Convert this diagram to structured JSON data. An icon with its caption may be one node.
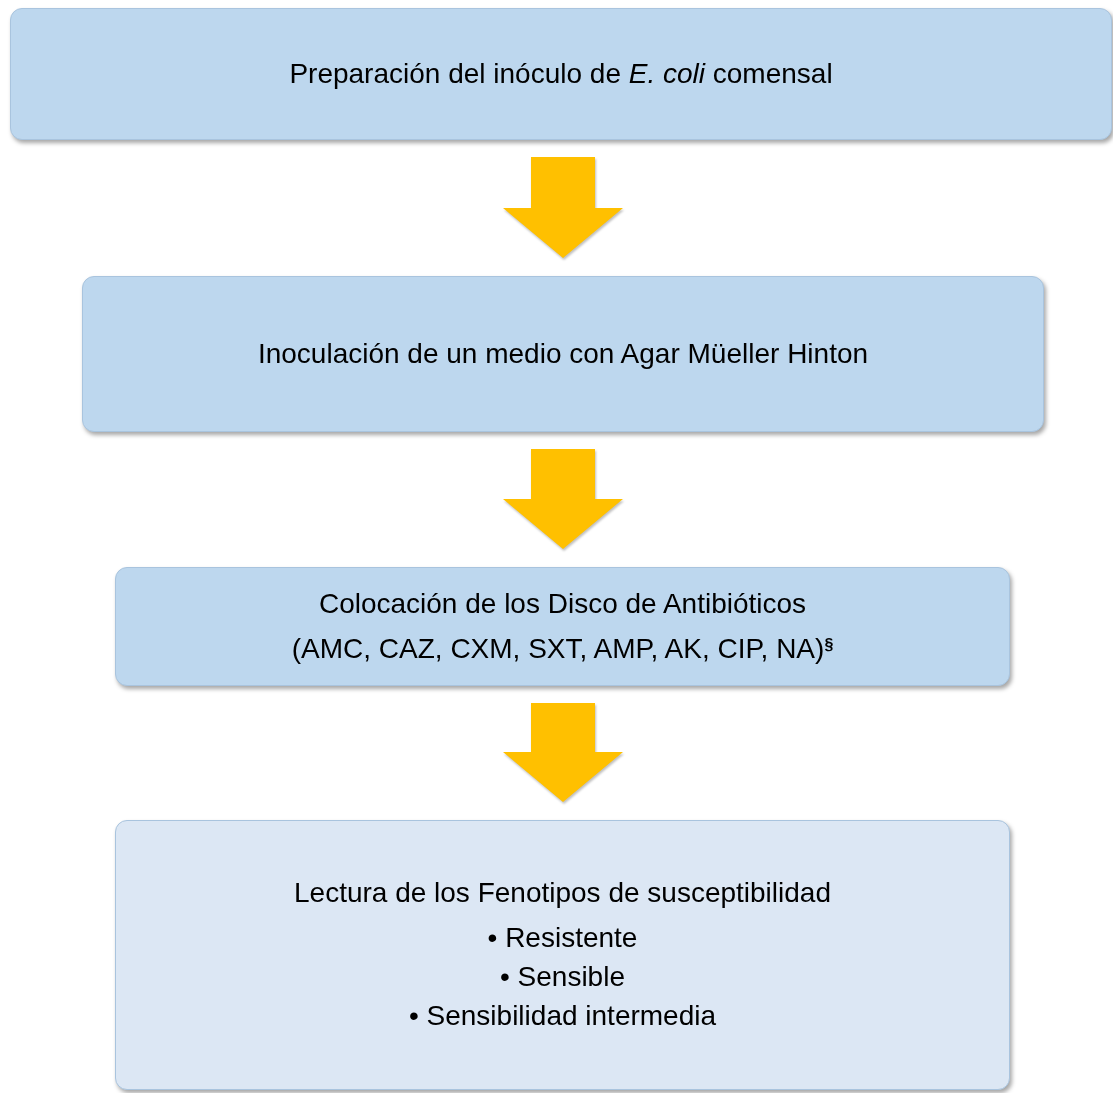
{
  "diagram": {
    "nodes": [
      {
        "text": [
          "Preparación del inóculo de *E. coli* comensal"
        ]
      },
      {
        "text": [
          "Inoculación de un medio con Agar Müeller Hinton"
        ]
      },
      {
        "text": [
          "Colocación de los Disco de Antibióticos",
          "(AMC, CAZ, CXM, SXT, AMP, AK, CIP, NA)$^{§}$"
        ]
      },
      {
        "text": [
          "Lectura de los Fenotipos de susceptibilidad",
          "• Resistente",
          "• Sensible",
          "• Sensibilidad intermedia"
        ]
      }
    ],
    "edges": [
      {
        "from": 0,
        "to": 1,
        "arrow": "to"
      },
      {
        "from": 1,
        "to": 2,
        "arrow": "to"
      },
      {
        "from": 2,
        "to": 3,
        "arrow": "to"
      }
    ]
  }
}
